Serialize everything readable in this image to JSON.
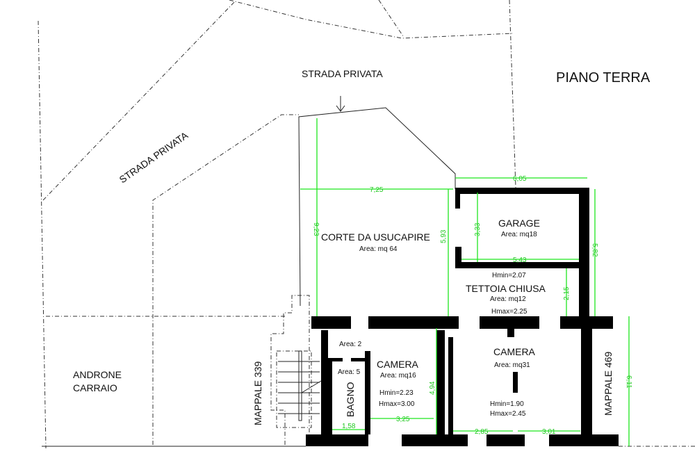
{
  "title": "PIANO TERRA",
  "streets": [
    "STRADA PRIVATA",
    "STRADA PRIVATA"
  ],
  "neighbors": {
    "left_room": [
      "ANDRONE",
      "CARRAIO"
    ],
    "mappale_left": "MAPPALE 339",
    "mappale_right": "MAPPALE 469"
  },
  "rooms": {
    "corte": {
      "name": "CORTE DA USUCAPIRE",
      "area": "Area: mq 64"
    },
    "garage": {
      "name": "GARAGE",
      "area": "Area: mq18"
    },
    "tettoia": {
      "name": "TETTOIA CHIUSA",
      "area": "Area: mq12",
      "hmin": "Hmin=2.07",
      "hmax": "Hmax=2.25"
    },
    "camera_small": {
      "name": "CAMERA",
      "area": "Area: mq16",
      "hmin": "Hmin=2.23",
      "hmax": "Hmax=3.00"
    },
    "camera_large": {
      "name": "CAMERA",
      "area": "Area: mq31",
      "hmin": "Hmin=1.90",
      "hmax": "Hmax=2.45"
    },
    "bagno": {
      "name": "BAGNO",
      "area": "Area: 5"
    },
    "disimpegno": {
      "area": "Area: 2"
    }
  },
  "dimensions": {
    "corte_width": "7,25",
    "corte_height": "9,23",
    "garage_outer_width": "6,05",
    "left_wall_height": "5,93",
    "garage_depth": "3,33",
    "garage_width": "5,43",
    "right_height": "5,82",
    "tettoia_depth": "2,15",
    "building_depth": "6,11",
    "camera_small_depth": "4,94",
    "camera_small_width": "3,25",
    "bagno_width": "1,58",
    "camera_large_w1": "2,85",
    "camera_large_w2": "3,01"
  },
  "colors": {
    "dimension": "#1ee61e",
    "wall": "#000000"
  }
}
